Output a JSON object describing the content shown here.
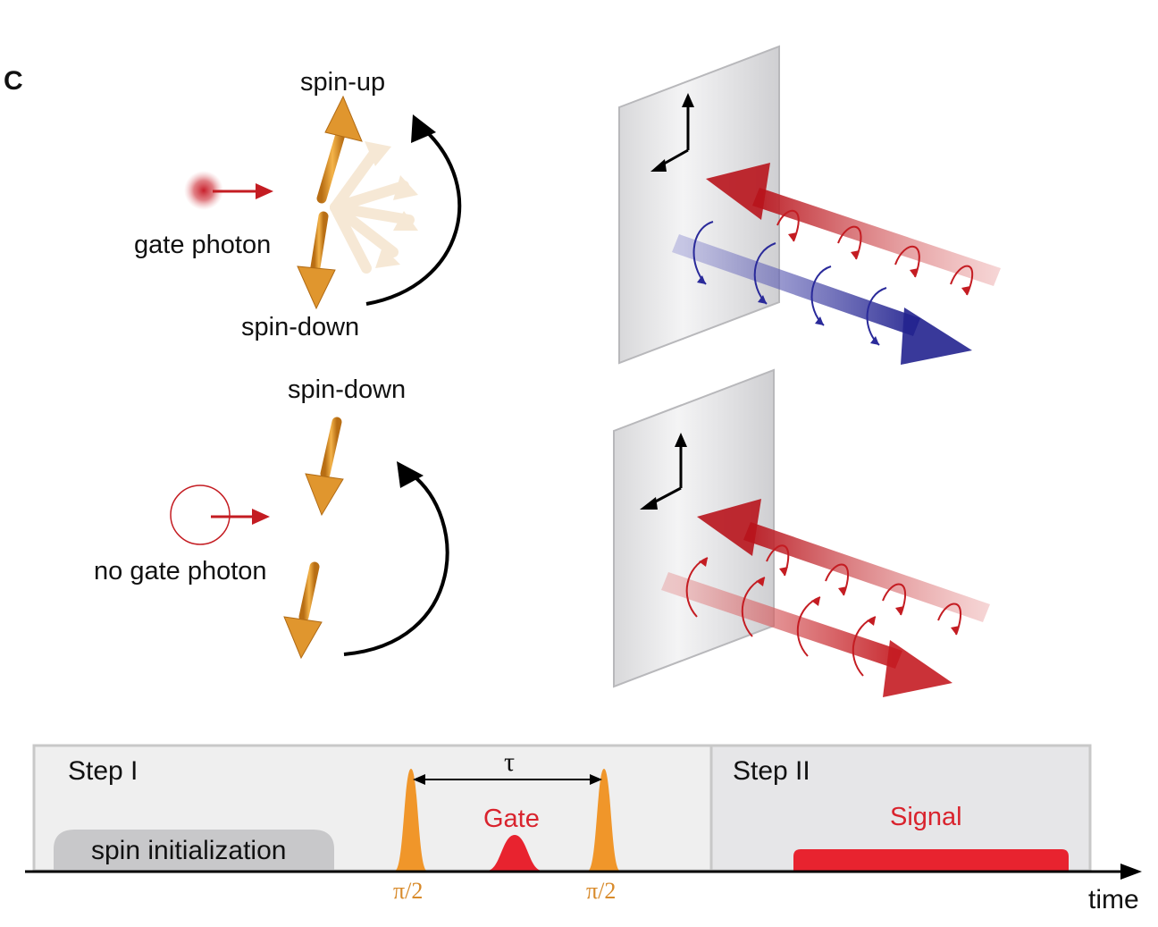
{
  "panel": {
    "letter": "C"
  },
  "top_row": {
    "spin_up_label": "spin-up",
    "gate_label": "gate photon",
    "spin_down_label": "spin-down"
  },
  "bottom_row": {
    "spin_down_label": "spin-down",
    "gate_label": "no gate photon"
  },
  "timeline": {
    "step1": "Step I",
    "step2": "Step II",
    "init_label": "spin initialization",
    "tau": "τ",
    "gate": "Gate",
    "signal": "Signal",
    "pi_left": "π/2",
    "pi_right": "π/2",
    "time_label": "time"
  },
  "colors": {
    "spin_orange": "#e6a23c",
    "photon_red": "#c8202c",
    "beam_blue": "#2a2a9a",
    "timeline_red": "#e8232f",
    "pulse_orange": "#f0962a",
    "panel_gray": "#efefef",
    "init_gray": "#c8c8ca"
  }
}
